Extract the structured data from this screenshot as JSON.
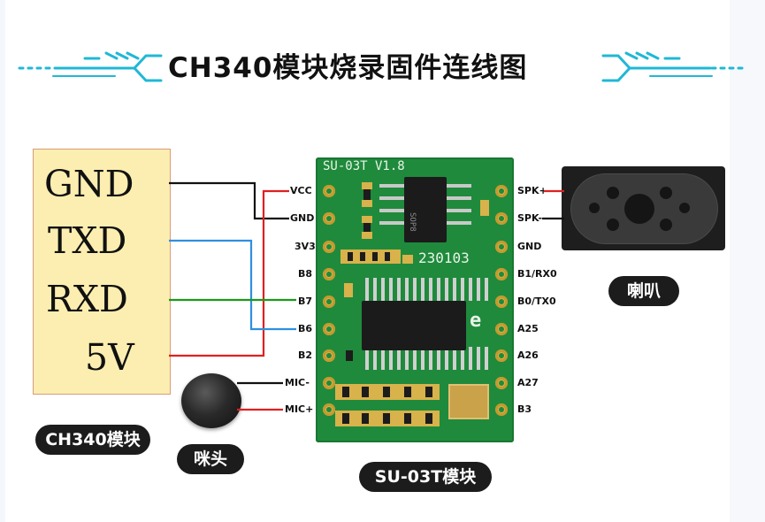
{
  "title": "CH340模块烧录固件连线图",
  "ch340": {
    "pins": [
      "GND",
      "TXD",
      "RXD",
      "5V"
    ],
    "caption": "CH340模块"
  },
  "mic": {
    "caption": "咪头"
  },
  "speaker": {
    "caption": "喇叭"
  },
  "board": {
    "name": "SU-03T  V1.8",
    "chip_label": "SOP8",
    "date_code": "230103",
    "logo": "e",
    "caption": "SU-03T模块",
    "left_pins": [
      "VCC",
      "GND",
      "3V3",
      "B8",
      "B7",
      "B6",
      "B2",
      "MIC-",
      "MIC+"
    ],
    "right_pins": [
      "SPK+",
      "SPK-",
      "GND",
      "B1/RX0",
      "B0/TX0",
      "A25",
      "A26",
      "A27",
      "B3"
    ]
  },
  "colors": {
    "title_deco": "#1fb8d6",
    "wire_gnd": "#111111",
    "wire_txd": "#2f8fe0",
    "wire_rxd": "#1a9a1a",
    "wire_5v": "#e02020",
    "board_green": "#1f8a3c",
    "ch340_fill": "#fbeeb0"
  }
}
